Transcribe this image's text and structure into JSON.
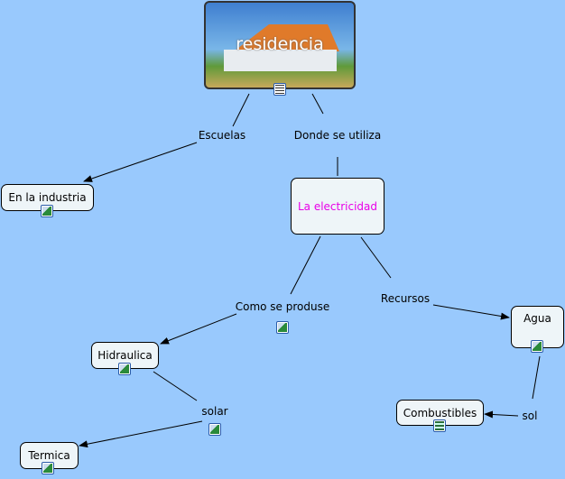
{
  "concepts": {
    "residencia": "residencia",
    "en_la_industria": "En la industria",
    "la_electricidad": "La electricidad",
    "agua": "Agua",
    "hidraulica": "Hidraulica",
    "combustibles": "Combustibles",
    "termica": "Termica"
  },
  "linking_phrases": {
    "escuelas": "Escuelas",
    "donde_se_utiliza": "Donde se utiliza",
    "como_se_produse": "Como se produse",
    "recursos": "Recursos",
    "solar": "solar",
    "sol": "sol"
  },
  "colors": {
    "background": "#99c9fd",
    "highlight_text": "#e800e8"
  }
}
